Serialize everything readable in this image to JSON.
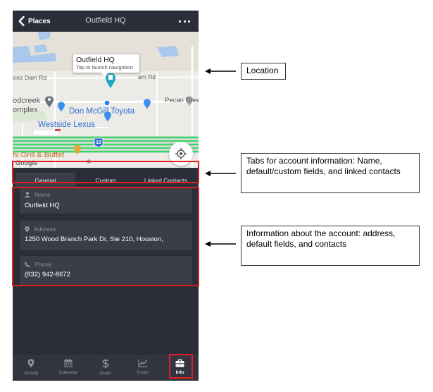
{
  "header": {
    "back_label": "Places",
    "title": "Outfield HQ"
  },
  "map": {
    "labels": {
      "road_left": "icks Dam Rd",
      "road_right": "am Rd",
      "woodcreek": "odcreek",
      "complex": "omplex",
      "pecan": "Pecan Cree",
      "lexus": "Westside Lexus",
      "toyota": "Don McGill Toyota",
      "highway": "10",
      "grill": "hi Grill & Buffet",
      "google": "Google"
    },
    "callout": {
      "title": "Outfield HQ",
      "subtitle": "Tap to launch navigation"
    },
    "colors": {
      "marker": "#1fa9c4",
      "poi": "#3d8ff0",
      "highway": "#38d86a"
    }
  },
  "tabs": [
    {
      "label": "General",
      "active": true
    },
    {
      "label": "Custom",
      "active": false
    },
    {
      "label": "Linked Contacts",
      "active": false
    }
  ],
  "fields": {
    "name": {
      "label": "Name",
      "value": "Outfield HQ",
      "icon": "person-icon"
    },
    "address": {
      "label": "Address",
      "value": "1250 Wood Branch Park Dr, Ste 210, Houston,",
      "icon": "location-pin-icon"
    },
    "phone": {
      "label": "Phone",
      "value": "(832) 942-8672",
      "icon": "phone-icon"
    }
  },
  "bottom_nav": [
    {
      "label": "Activity",
      "icon": "location-pin-icon"
    },
    {
      "label": "Calendar",
      "icon": "calendar-icon"
    },
    {
      "label": "Deals",
      "icon": "dollar-icon"
    },
    {
      "label": "Goals",
      "icon": "chart-icon"
    },
    {
      "label": "Info",
      "icon": "briefcase-icon",
      "active": true
    }
  ],
  "annotations": {
    "location": "Location",
    "tabs": "Tabs for account information: Name, default/custom fields, and linked contacts",
    "info": "Information about the account: address, default fields, and contacts"
  },
  "colors": {
    "phone_bg": "#2b2e38",
    "field_bg": "#3a3d47",
    "highlight": "#e02020"
  }
}
